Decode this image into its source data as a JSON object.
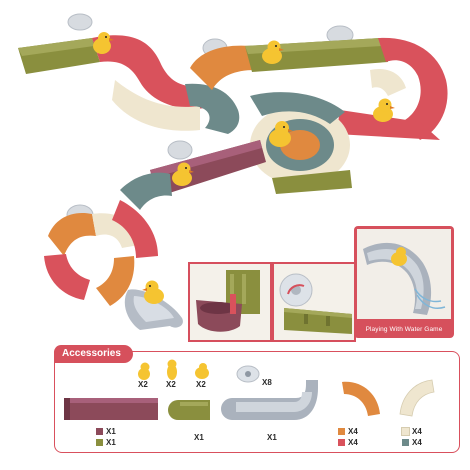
{
  "caption": "Playing With Water Game",
  "accessories": {
    "title": "Accessories",
    "quantities": {
      "duck_a": "X2",
      "duck_b": "X2",
      "duck_c": "X2",
      "suction_cup": "X8",
      "long_purple": "X1",
      "long_olive": "X1",
      "u_olive": "X1",
      "elbow_grey": "X1",
      "curve_orange": "X4",
      "curve_red": "X4",
      "curve_cream": "X4",
      "curve_teal": "X4"
    }
  },
  "colors": {
    "red": "#d9525c",
    "olive": "#8a8f3e",
    "orange": "#e0893f",
    "cream": "#efe6cf",
    "teal": "#6d8a8a",
    "plum": "#8c4a5a",
    "duck": "#f5c431",
    "accent_frame": "#d6505c"
  }
}
